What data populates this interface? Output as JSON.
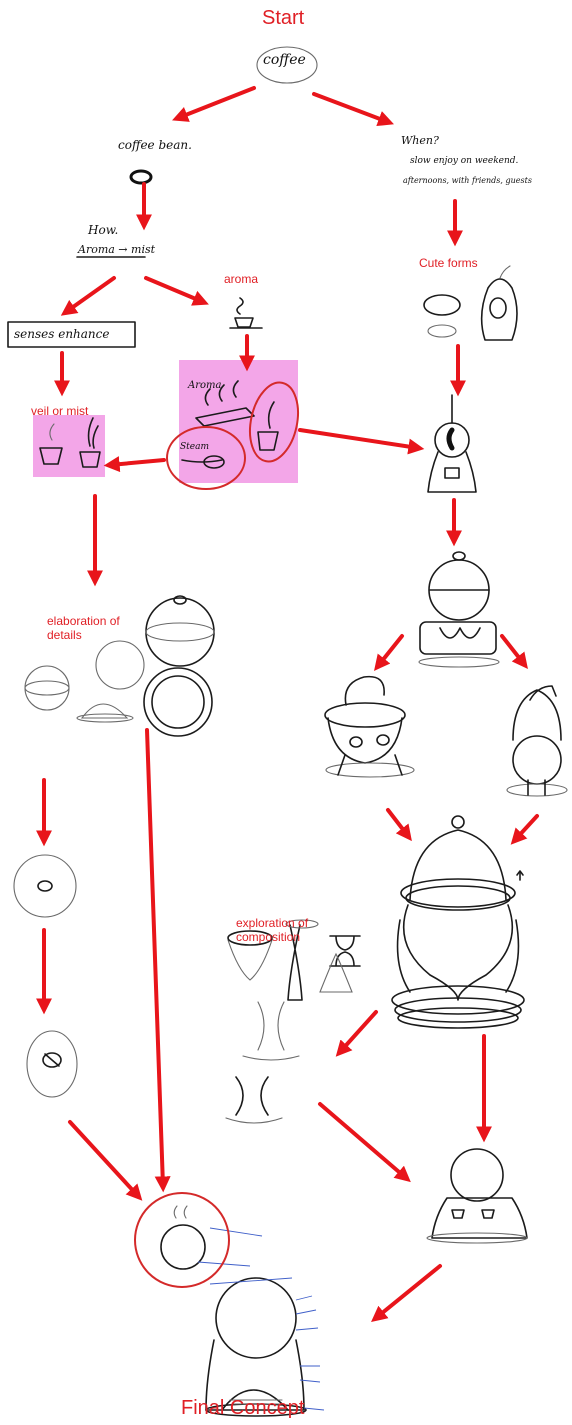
{
  "labels": {
    "start": "Start",
    "final": "Final Concept",
    "aroma": "aroma",
    "cute_forms": "Cute forms",
    "veil_or_mist": "veil or mist",
    "elaboration": "elaboration of\ndetails",
    "exploration": "exploration of\ncomposition"
  },
  "handwriting": {
    "coffee": "coffee",
    "coffee_bean": "coffee bean.",
    "when": "When?",
    "when_note_1": "slow enjoy on weekend.",
    "when_note_2": "afternoons, with friends, guests",
    "how": "How.",
    "aroma_mist": "Aroma → mist",
    "senses_enhance": "senses enhance",
    "note_aroma": "Aroma",
    "note_steam": "Steam"
  },
  "colors": {
    "arrow": "#e8151b",
    "label": "#e01f25",
    "sticky_note": "#f3a6e8",
    "annotation": "#3f5fc9"
  }
}
